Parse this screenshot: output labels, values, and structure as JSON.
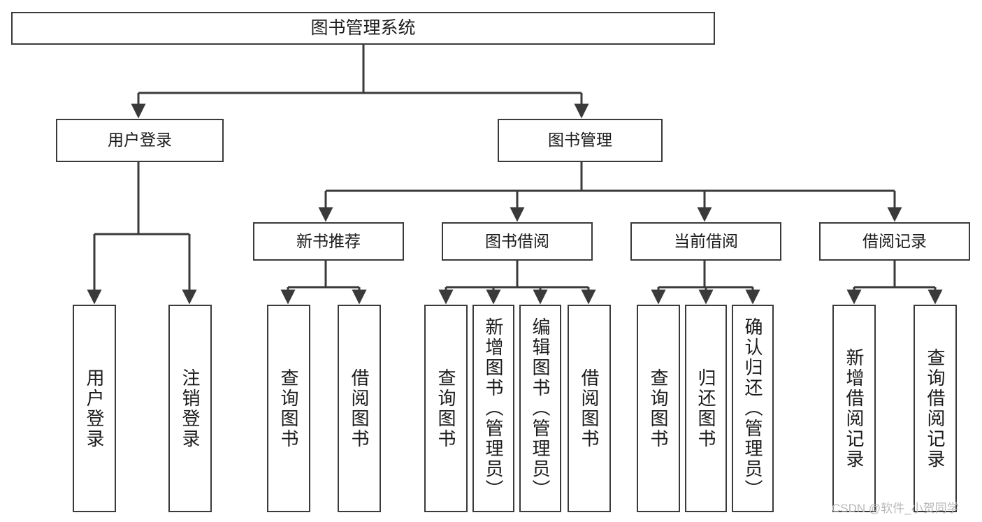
{
  "diagram": {
    "title": "图书管理系统",
    "type": "hierarchy-tree",
    "watermark": "CSDN @软件_小贺同学",
    "colors": {
      "stroke": "#3a3a3a",
      "fill": "#ffffff",
      "text": "#1b1b1b",
      "watermark": "#b9b9b9"
    },
    "nodes": {
      "root": {
        "label": "图书管理系统"
      },
      "level2": [
        {
          "id": "user-login",
          "label": "用户登录"
        },
        {
          "id": "book-manage",
          "label": "图书管理"
        }
      ],
      "level3": [
        {
          "id": "new-book-recommend",
          "label": "新书推荐"
        },
        {
          "id": "book-borrow",
          "label": "图书借阅"
        },
        {
          "id": "current-borrow",
          "label": "当前借阅"
        },
        {
          "id": "borrow-record",
          "label": "借阅记录"
        }
      ],
      "leaves": {
        "user-login": [
          {
            "id": "leaf-user-login",
            "label": "用户登录"
          },
          {
            "id": "leaf-logout",
            "label": "注销登录"
          }
        ],
        "new-book-recommend": [
          {
            "id": "leaf-query-book-1",
            "label": "查询图书"
          },
          {
            "id": "leaf-borrow-book-1",
            "label": "借阅图书"
          }
        ],
        "book-borrow": [
          {
            "id": "leaf-query-book-2",
            "label": "查询图书"
          },
          {
            "id": "leaf-add-book",
            "label": "新增图书（管理员）"
          },
          {
            "id": "leaf-edit-book",
            "label": "编辑图书（管理员）"
          },
          {
            "id": "leaf-borrow-book-2",
            "label": "借阅图书"
          }
        ],
        "current-borrow": [
          {
            "id": "leaf-query-book-3",
            "label": "查询图书"
          },
          {
            "id": "leaf-return-book",
            "label": "归还图书"
          },
          {
            "id": "leaf-confirm-return",
            "label": "确认归还（管理员）"
          }
        ],
        "borrow-record": [
          {
            "id": "leaf-add-record",
            "label": "新增借阅记录"
          },
          {
            "id": "leaf-query-record",
            "label": "查询借阅记录"
          }
        ]
      }
    }
  }
}
